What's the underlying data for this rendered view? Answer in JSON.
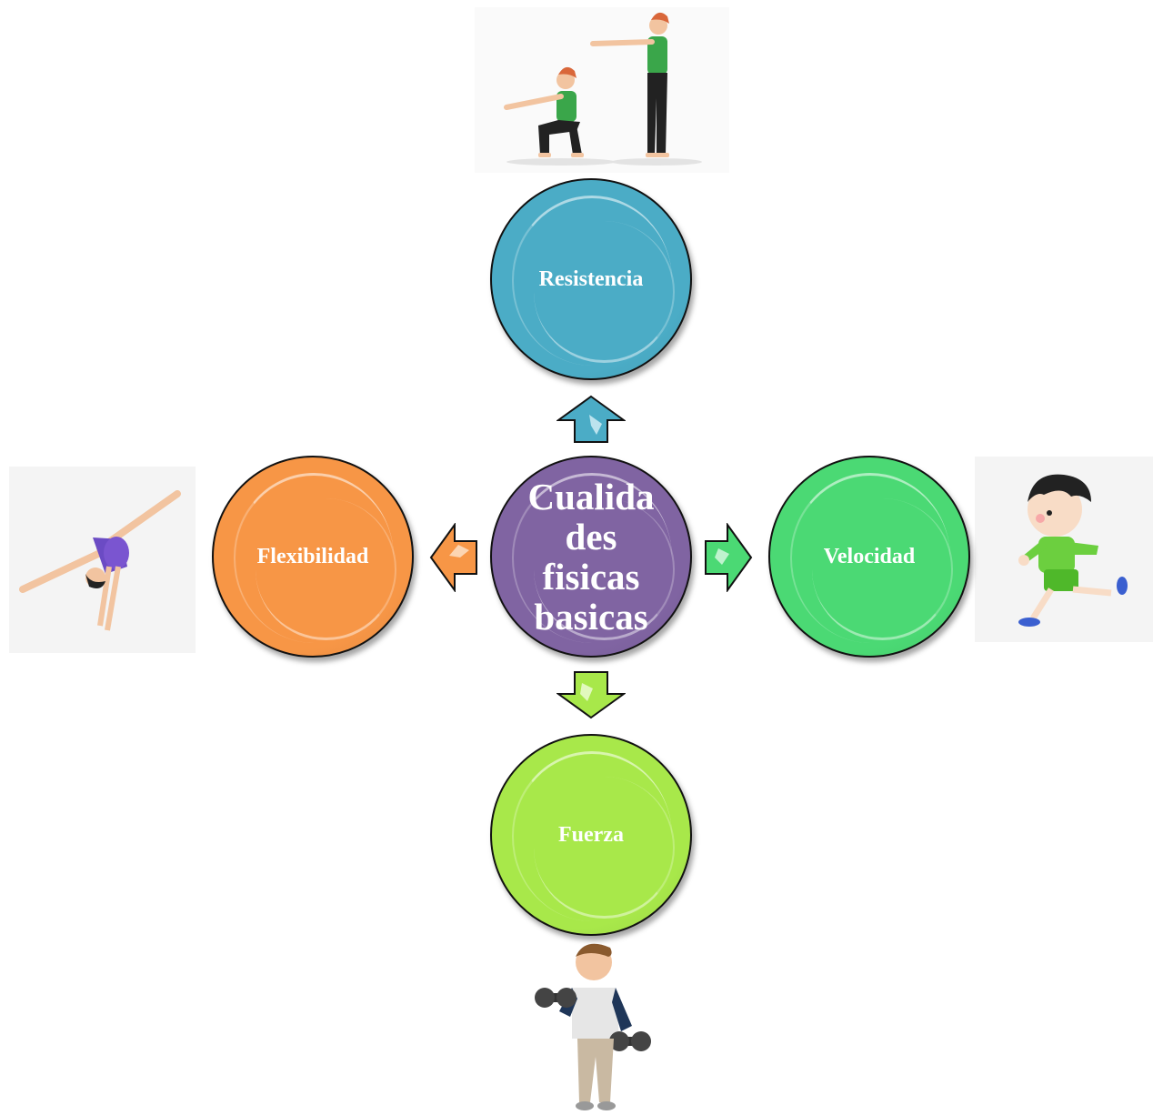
{
  "center": {
    "label": "Cualida des fisicas basicas",
    "color": "#8064a2"
  },
  "nodes": {
    "top": {
      "label": "Resistencia",
      "color": "#4bacc6"
    },
    "left": {
      "label": "Flexibilidad",
      "color": "#f79646"
    },
    "right": {
      "label": "Velocidad",
      "color": "#4bd974"
    },
    "bottom": {
      "label": "Fuerza",
      "color": "#a8e84a"
    }
  },
  "pictures": {
    "top": "squat-exercise-illustration",
    "left": "gymnast-handstand-illustration",
    "right": "running-boy-illustration",
    "bottom": "dumbbell-man-illustration"
  }
}
